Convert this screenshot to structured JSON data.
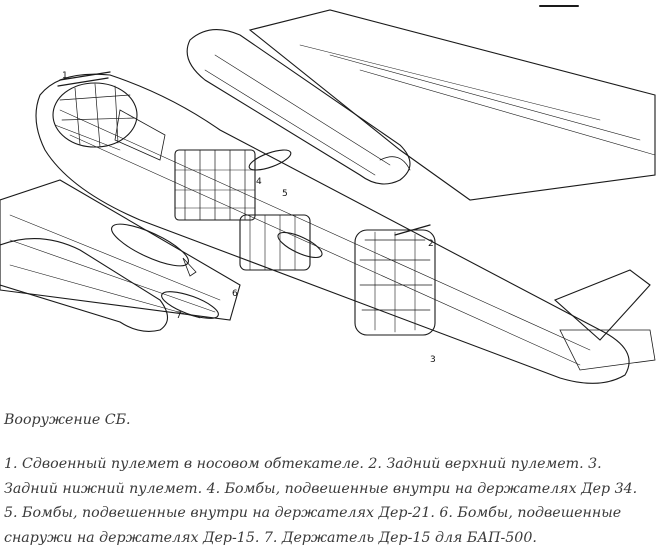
{
  "figure": {
    "callouts": [
      "1",
      "2",
      "3",
      "4",
      "5",
      "6",
      "7"
    ]
  },
  "caption": "Вооружение СБ.",
  "legend": "1. Сдвоенный пулемет в носовом обтекателе. 2. Задний верхний пулемет. 3. Задний нижний пулемет. 4. Бомбы, подвешенные внутри на держателях Дер 34. 5. Бомбы, подвешенные внутри на держателях Дер-21. 6. Бомбы, подвешенные снаружи на держателях Дер-15. 7. Держатель Дер-15 для БАП-500."
}
